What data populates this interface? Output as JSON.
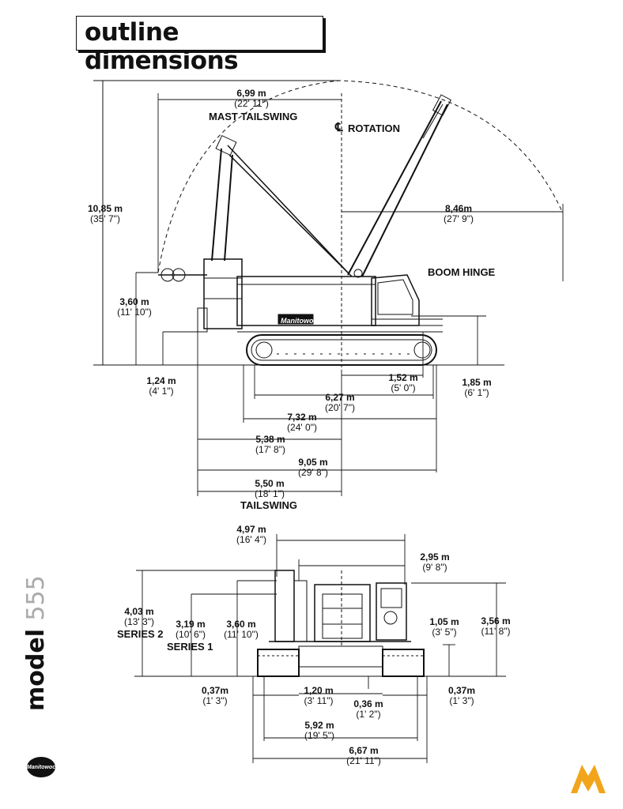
{
  "title": "outline dimensions",
  "side_view": {
    "mast_tailswing": {
      "metric": "6,99 m",
      "imperial": "(22' 11\")",
      "caption": "MAST TAILSWING"
    },
    "rotation_caption": "ROTATION",
    "rotation_symbol": "℄",
    "boom_radius": {
      "metric": "8,46m",
      "imperial": "(27' 9\")"
    },
    "boom_hinge_caption": "BOOM HINGE",
    "overall_height": {
      "metric": "10,85 m",
      "imperial": "(35' 7\")"
    },
    "cab_height": {
      "metric": "3,60 m",
      "imperial": "(11' 10\")"
    },
    "counterweight_clearance": {
      "metric": "1,24 m",
      "imperial": "(4' 1\")"
    },
    "boom_hinge_height": {
      "metric": "1,85 m",
      "imperial": "(6' 1\")"
    },
    "hinge_to_rotation": {
      "metric": "1,52 m",
      "imperial": "(5' 0\")"
    },
    "track_length": {
      "metric": "6,27 m",
      "imperial": "(20' 7\")"
    },
    "crawler_length": {
      "metric": "7,32 m",
      "imperial": "(24' 0\")"
    },
    "rear_to_rotation": {
      "metric": "5,38 m",
      "imperial": "(17' 8\")"
    },
    "overall_length": {
      "metric": "9,05 m",
      "imperial": "(29' 8\")"
    },
    "tailswing": {
      "metric": "5,50 m",
      "imperial": "(18' 1\")",
      "caption": "TAILSWING"
    },
    "brand_on_body": "Manitowoc"
  },
  "front_view": {
    "upper_width": {
      "metric": "4,97 m",
      "imperial": "(16' 4\")"
    },
    "cab_width": {
      "metric": "2,95 m",
      "imperial": "(9' 8\")"
    },
    "series2_height": {
      "metric": "4,03 m",
      "imperial": "(13' 3\")",
      "caption": "SERIES 2"
    },
    "series1_height": {
      "metric": "3,19 m",
      "imperial": "(10' 6\")",
      "caption": "SERIES 1"
    },
    "mast_height": {
      "metric": "3,60 m",
      "imperial": "(11' 10\")"
    },
    "cab_top_height": {
      "metric": "3,56 m",
      "imperial": "(11' 8\")"
    },
    "step_height": {
      "metric": "1,05 m",
      "imperial": "(3' 5\")"
    },
    "shoe_left": {
      "metric": "0,37m",
      "imperial": "(1' 3\")"
    },
    "shoe_right": {
      "metric": "0,37m",
      "imperial": "(1' 3\")"
    },
    "track_gap": {
      "metric": "1,20 m",
      "imperial": "(3' 11\")"
    },
    "ground_clearance": {
      "metric": "0,36 m",
      "imperial": "(1' 2\")"
    },
    "gauge": {
      "metric": "5,92 m",
      "imperial": "(19' 5\")"
    },
    "overall_width": {
      "metric": "6,67 m",
      "imperial": "(21' 11\")"
    }
  },
  "model_label": "model",
  "model_number": "555",
  "brand_logo_text": "Manitowoc"
}
